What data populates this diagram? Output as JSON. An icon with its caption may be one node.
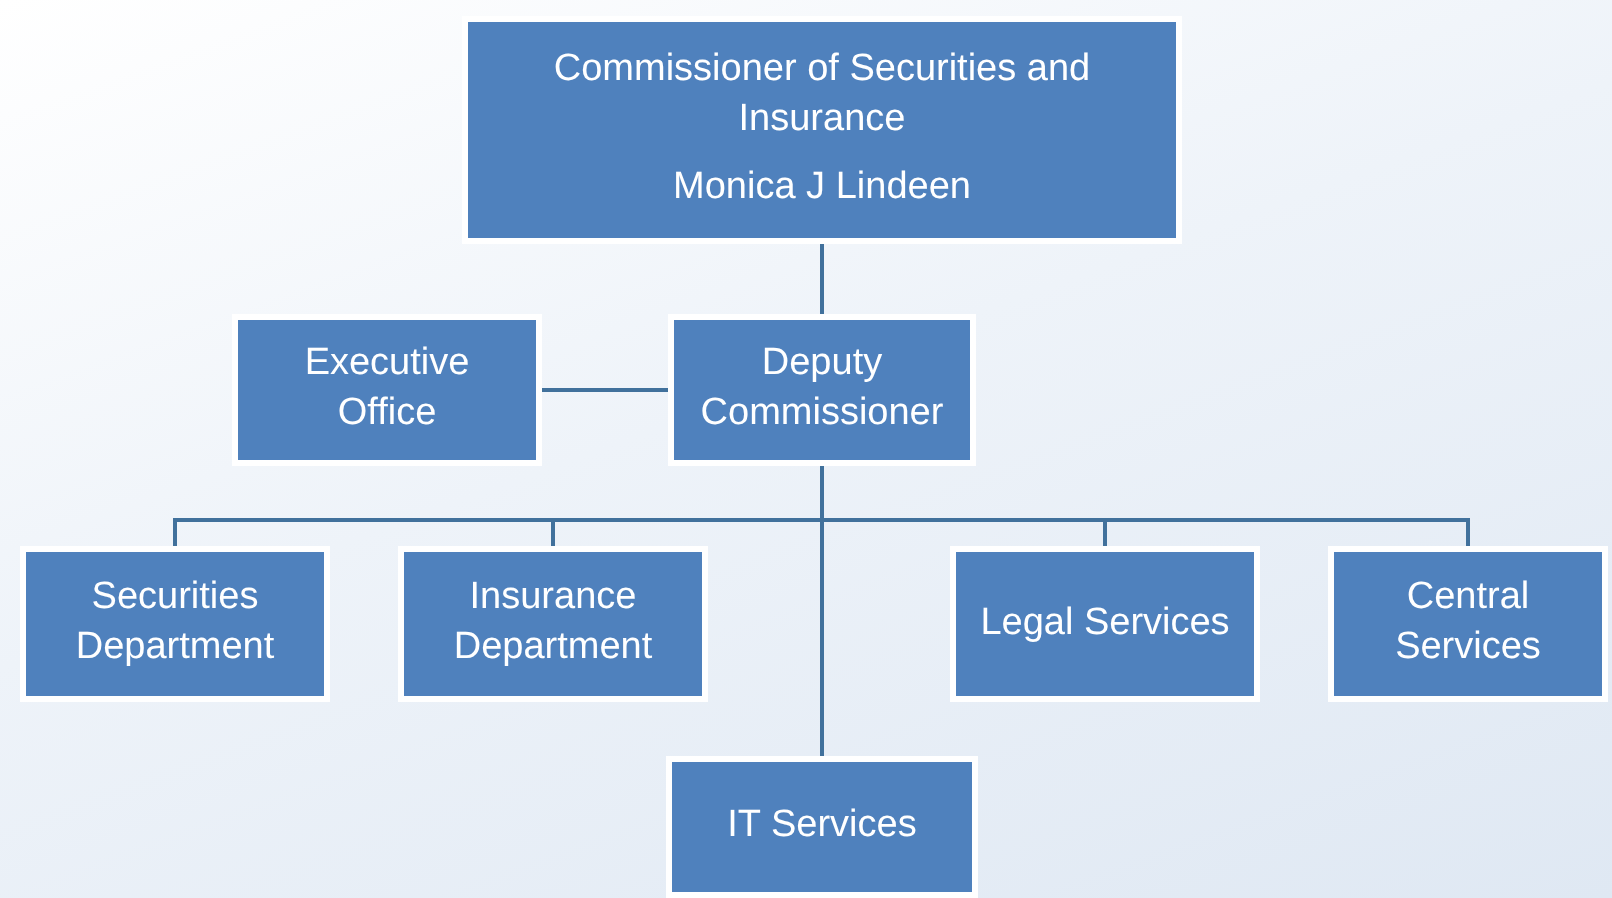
{
  "diagram": {
    "nodes": [
      {
        "text": [
          "Commissioner of Securities and Insurance",
          "Monica J Lindeen"
        ]
      },
      {
        "text": [
          "Executive Office"
        ]
      },
      {
        "text": [
          "Deputy Commissioner"
        ]
      },
      {
        "text": [
          "Securities Department"
        ]
      },
      {
        "text": [
          "Insurance Department"
        ]
      },
      {
        "text": [
          "Legal Services"
        ]
      },
      {
        "text": [
          "Central Services"
        ]
      },
      {
        "text": [
          "IT Services"
        ]
      }
    ],
    "edges": [
      {
        "from": 0,
        "to": 2,
        "arrow": "none"
      },
      {
        "from": 1,
        "to": 2,
        "arrow": "none"
      },
      {
        "from": 2,
        "to": 3,
        "arrow": "none"
      },
      {
        "from": 2,
        "to": 4,
        "arrow": "none"
      },
      {
        "from": 2,
        "to": 5,
        "arrow": "none"
      },
      {
        "from": 2,
        "to": 6,
        "arrow": "none"
      },
      {
        "from": 2,
        "to": 7,
        "arrow": "none"
      }
    ]
  }
}
